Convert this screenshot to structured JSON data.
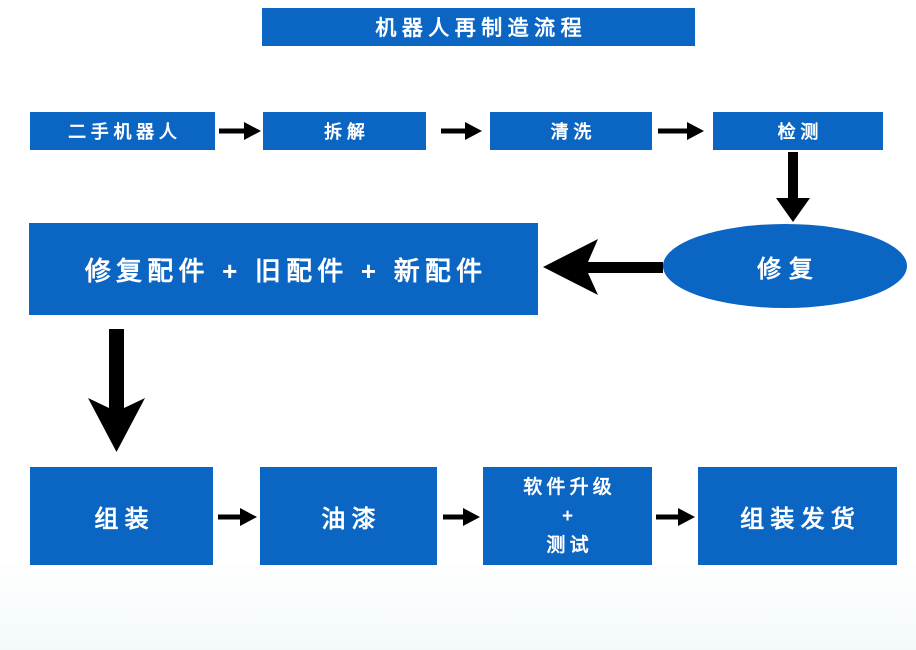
{
  "title": "机器人再制造流程",
  "colors": {
    "node_fill": "#0b65c2",
    "node_text": "#ffffff",
    "arrow": "#000000",
    "background": "#ffffff"
  },
  "nodes": {
    "used_robot": "二手机器人",
    "disassemble": "拆解",
    "clean": "清洗",
    "inspect": "检测",
    "repair": "修复",
    "parts": "修复配件 + 旧配件 + 新配件",
    "assemble": "组装",
    "paint": "油漆",
    "software_line1": "软件升级",
    "software_line2": "+",
    "software_line3": "测试",
    "ship": "组装发货"
  },
  "flow": {
    "row1": [
      "二手机器人",
      "拆解",
      "清洗",
      "检测"
    ],
    "middle": [
      "检测 → 修复",
      "修复 → 修复配件 + 旧配件 + 新配件"
    ],
    "row3": [
      "组装",
      "油漆",
      "软件升级 + 测试",
      "组装发货"
    ]
  }
}
